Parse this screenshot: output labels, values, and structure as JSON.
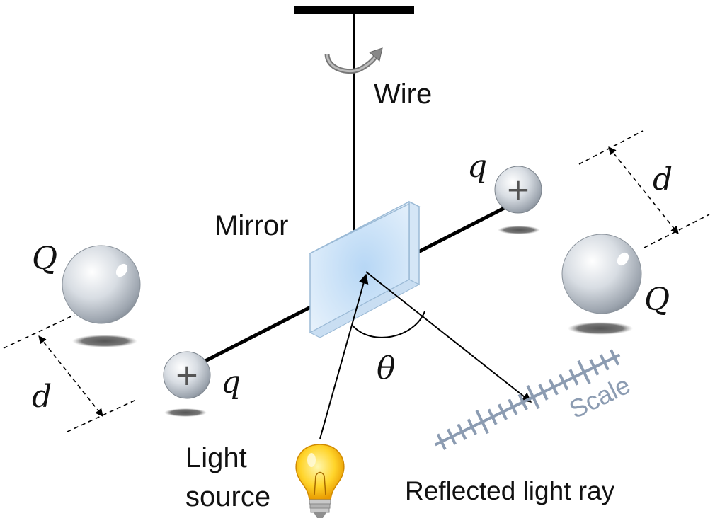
{
  "labels": {
    "wire": "Wire",
    "mirror": "Mirror",
    "light_line1": "Light",
    "light_line2": "source",
    "reflected": "Reflected light ray",
    "scale": "Scale"
  },
  "symbols": {
    "big_charge": "Q",
    "small_charge": "q",
    "distance": "d",
    "angle": "θ",
    "plus": "+"
  },
  "colors": {
    "scale": "#8c9cb2",
    "mirror": "#cfe3f7",
    "bulb": "#f7c21b",
    "rod": "#000000"
  }
}
